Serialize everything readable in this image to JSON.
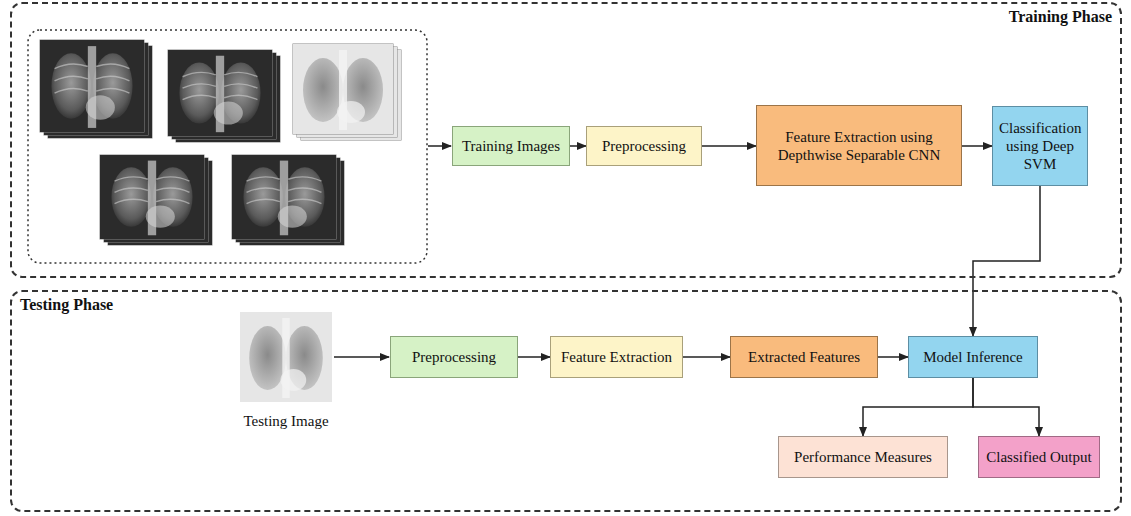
{
  "diagram": {
    "nodes": [
      {
        "text": [
          "Training Phase"
        ]
      },
      {
        "text": [
          "Training Images"
        ],
        "in": 0
      },
      {
        "text": [
          "Preprocessing"
        ],
        "in": 0
      },
      {
        "text": [
          "Feature Extraction using Depthwise Separable CNN"
        ],
        "in": 0
      },
      {
        "text": [
          "Classification using Deep SVM"
        ],
        "in": 0
      },
      {
        "text": [
          "Testing Phase"
        ]
      },
      {
        "text": [
          "Preprocessing"
        ],
        "in": 5
      },
      {
        "text": [
          "Feature Extraction"
        ],
        "in": 5
      },
      {
        "text": [
          "Extracted Features"
        ],
        "in": 5
      },
      {
        "text": [
          "Model Inference"
        ],
        "in": 5
      },
      {
        "text": [
          "Performance Measures"
        ],
        "in": 5
      },
      {
        "text": [
          "Classified Output"
        ],
        "in": 5
      }
    ],
    "edges": [
      {
        "from": 1,
        "to": 2,
        "arrow": "to"
      },
      {
        "from": 2,
        "to": 3,
        "arrow": "to"
      },
      {
        "from": 3,
        "to": 4,
        "arrow": "to"
      },
      {
        "from": 4,
        "to": 9,
        "arrow": "to"
      },
      {
        "from": 6,
        "to": 7,
        "arrow": "to"
      },
      {
        "from": 7,
        "to": 8,
        "arrow": "to"
      },
      {
        "from": 8,
        "to": 9,
        "arrow": "to"
      },
      {
        "from": 9,
        "to": 10,
        "arrow": "to"
      },
      {
        "from": 9,
        "to": 11,
        "arrow": "to"
      }
    ],
    "labels": [
      "Testing Image"
    ]
  }
}
